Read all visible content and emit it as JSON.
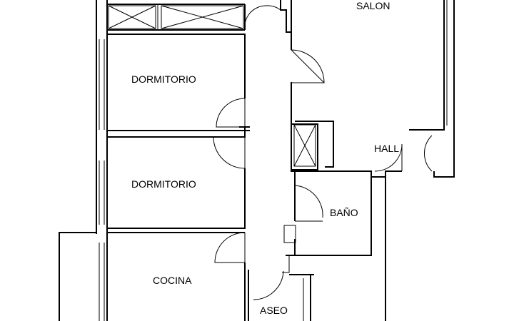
{
  "rooms": {
    "salon": "SALON",
    "dormitorio_1": "DORMITORIO",
    "dormitorio_2": "DORMITORIO",
    "hall": "HALL",
    "bano": "BAÑO",
    "cocina": "COCINA",
    "aseo": "ASEO"
  }
}
